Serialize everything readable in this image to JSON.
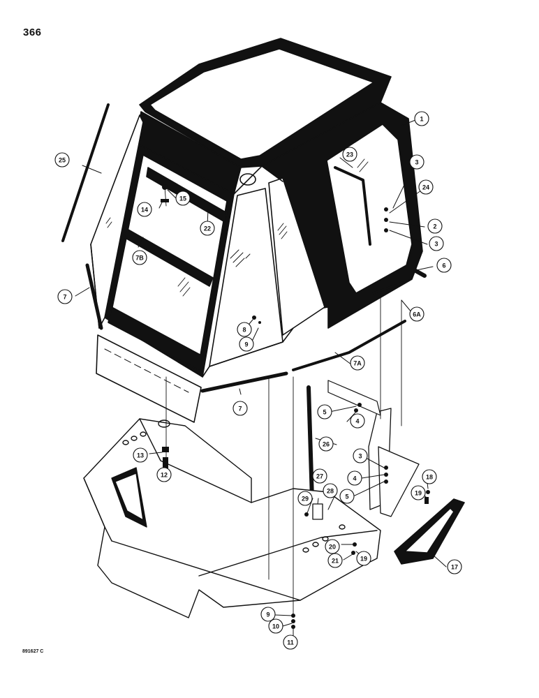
{
  "page_number": "366",
  "figure_code": "891627 C",
  "callouts": [
    "1",
    "2",
    "3",
    "3",
    "3",
    "4",
    "4",
    "5",
    "5",
    "6",
    "6A",
    "7",
    "7",
    "7A",
    "7B",
    "8",
    "9",
    "9",
    "10",
    "11",
    "12",
    "13",
    "14",
    "15",
    "17",
    "18",
    "19",
    "19",
    "20",
    "21",
    "22",
    "23",
    "24",
    "25",
    "26",
    "27",
    "28",
    "29"
  ]
}
